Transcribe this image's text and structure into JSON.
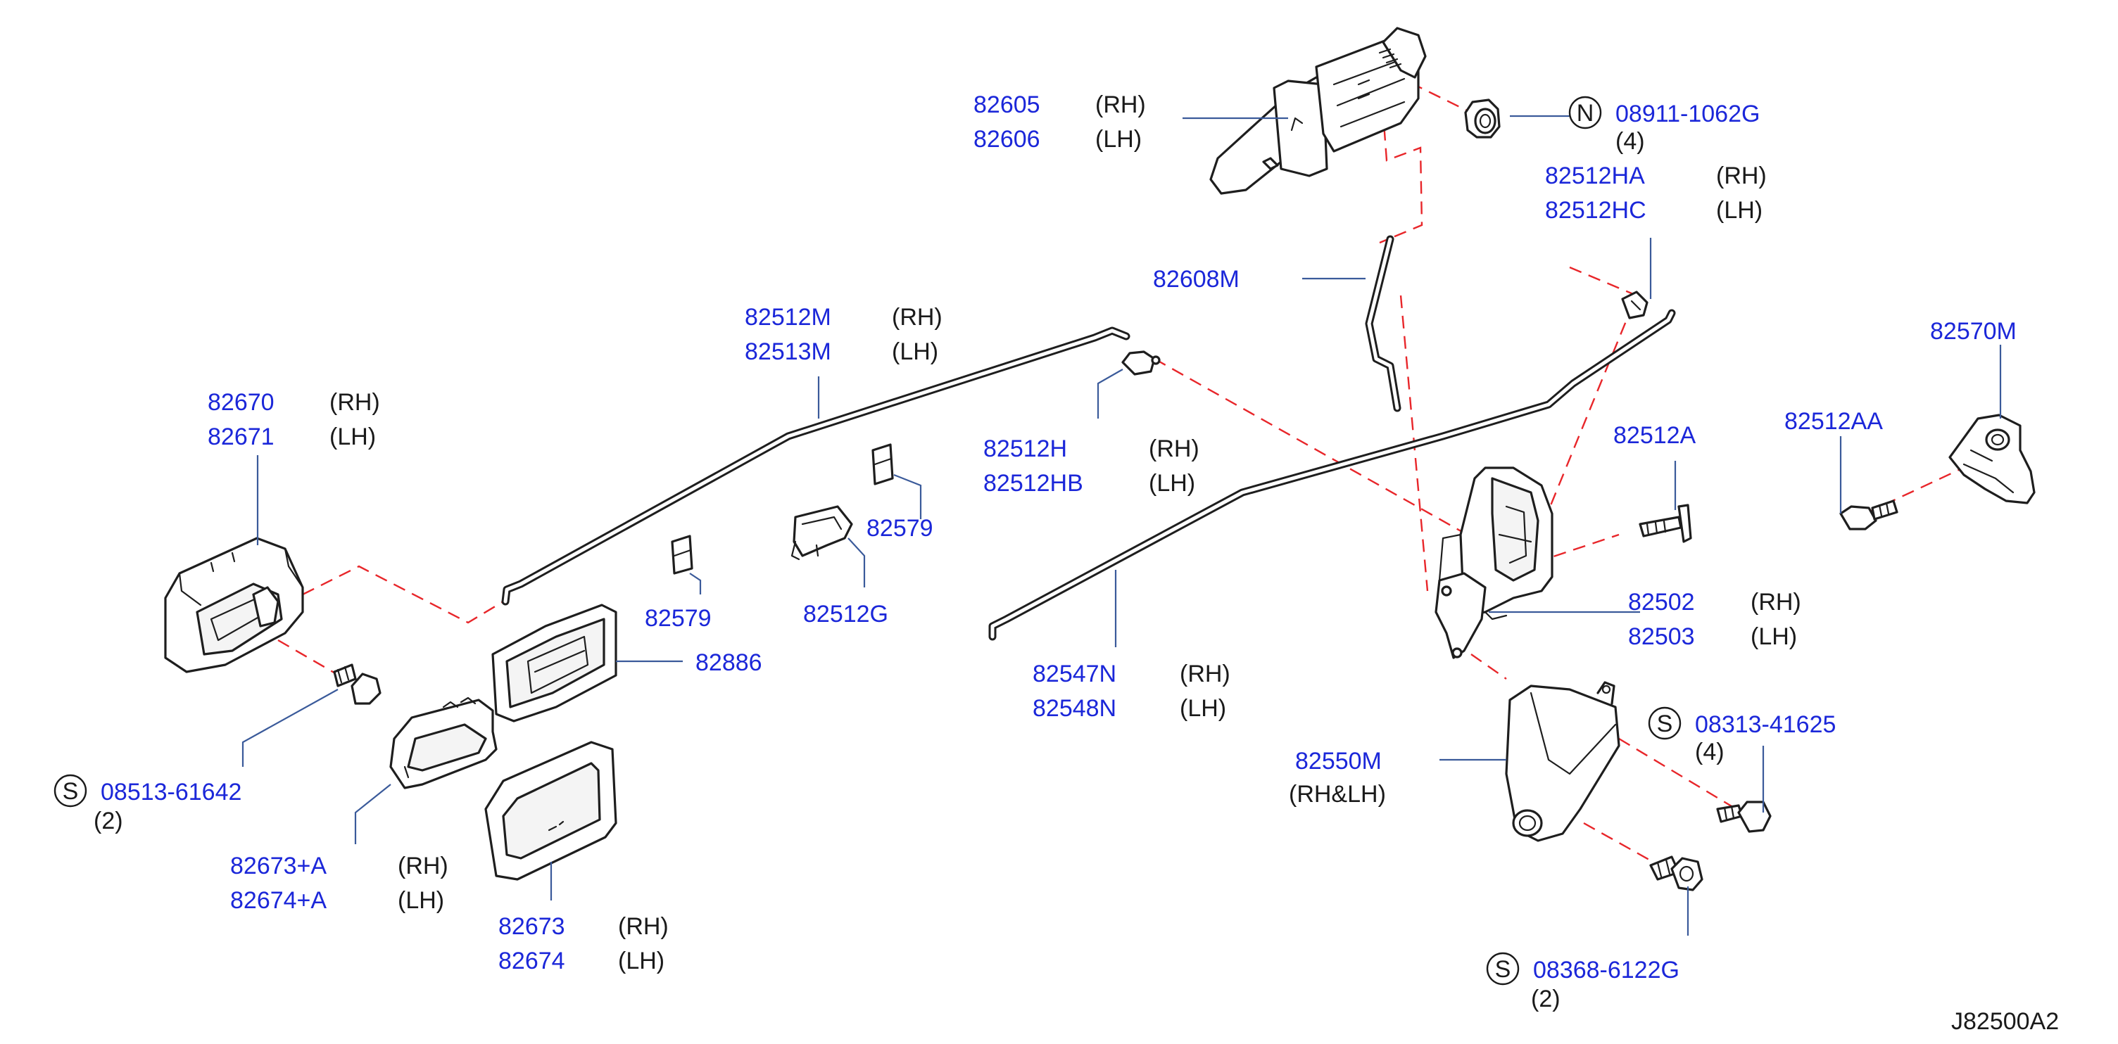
{
  "diagram_code": "J82500A2",
  "callouts": [
    {
      "id": "c-82605-82606",
      "parts": [
        {
          "pn": "82605",
          "side": "(RH)"
        },
        {
          "pn": "82606",
          "side": "(LH)"
        }
      ]
    },
    {
      "id": "c-08911-1062g",
      "prefix": "N",
      "parts": [
        {
          "pn": "08911-1062G"
        }
      ],
      "qty": "(4)"
    },
    {
      "id": "c-82512ha-82512hc",
      "parts": [
        {
          "pn": "82512HA",
          "side": "(RH)"
        },
        {
          "pn": "82512HC",
          "side": "(LH)"
        }
      ]
    },
    {
      "id": "c-82608m",
      "parts": [
        {
          "pn": "82608M"
        }
      ]
    },
    {
      "id": "c-82570m",
      "parts": [
        {
          "pn": "82570M"
        }
      ]
    },
    {
      "id": "c-82512m-82513m",
      "parts": [
        {
          "pn": "82512M",
          "side": "(RH)"
        },
        {
          "pn": "82513M",
          "side": "(LH)"
        }
      ]
    },
    {
      "id": "c-82670-82671",
      "parts": [
        {
          "pn": "82670",
          "side": "(RH)"
        },
        {
          "pn": "82671",
          "side": "(LH)"
        }
      ]
    },
    {
      "id": "c-82512h-82512hb",
      "parts": [
        {
          "pn": "82512H",
          "side": "(RH)"
        },
        {
          "pn": "82512HB",
          "side": "(LH)"
        }
      ]
    },
    {
      "id": "c-82512a",
      "parts": [
        {
          "pn": "82512A"
        }
      ]
    },
    {
      "id": "c-82512aa",
      "parts": [
        {
          "pn": "82512AA"
        }
      ]
    },
    {
      "id": "c-82579-upper",
      "parts": [
        {
          "pn": "82579"
        }
      ]
    },
    {
      "id": "c-82579-lower",
      "parts": [
        {
          "pn": "82579"
        }
      ]
    },
    {
      "id": "c-82512g",
      "parts": [
        {
          "pn": "82512G"
        }
      ]
    },
    {
      "id": "c-82502-82503",
      "parts": [
        {
          "pn": "82502",
          "side": "(RH)"
        },
        {
          "pn": "82503",
          "side": "(LH)"
        }
      ]
    },
    {
      "id": "c-82886",
      "parts": [
        {
          "pn": "82886"
        }
      ]
    },
    {
      "id": "c-82547n-82548n",
      "parts": [
        {
          "pn": "82547N",
          "side": "(RH)"
        },
        {
          "pn": "82548N",
          "side": "(LH)"
        }
      ]
    },
    {
      "id": "c-08313-41625",
      "prefix": "S",
      "parts": [
        {
          "pn": "08313-41625"
        }
      ],
      "qty": "(4)"
    },
    {
      "id": "c-82550m",
      "parts": [
        {
          "pn": "82550M"
        }
      ],
      "note": "(RH&LH)"
    },
    {
      "id": "c-08513-61642",
      "prefix": "S",
      "parts": [
        {
          "pn": "08513-61642"
        }
      ],
      "qty": "(2)"
    },
    {
      "id": "c-82673a-82674a",
      "parts": [
        {
          "pn": "82673+A",
          "side": "(RH)"
        },
        {
          "pn": "82674+A",
          "side": "(LH)"
        }
      ]
    },
    {
      "id": "c-82673-82674",
      "parts": [
        {
          "pn": "82673",
          "side": "(RH)"
        },
        {
          "pn": "82674",
          "side": "(LH)"
        }
      ]
    },
    {
      "id": "c-08368-6122g",
      "prefix": "S",
      "parts": [
        {
          "pn": "08368-6122G"
        }
      ],
      "qty": "(2)"
    }
  ]
}
